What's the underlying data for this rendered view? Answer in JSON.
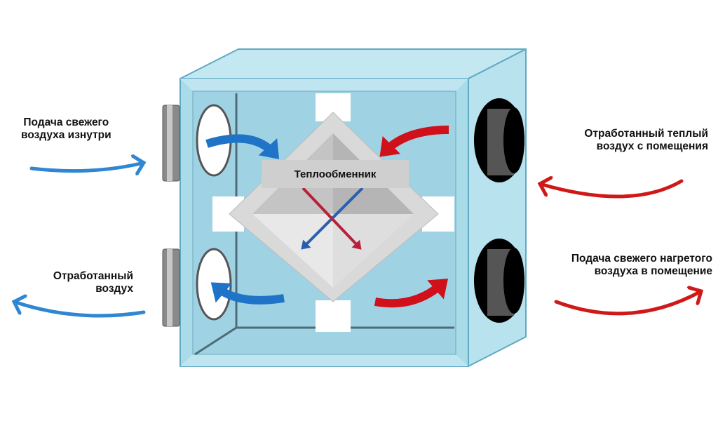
{
  "title_center": "Теплообменник",
  "labels": {
    "fresh_in_outside": [
      "Подача свежего",
      "воздуха изнутри"
    ],
    "exhaust_out": [
      "Отработанный",
      "воздух"
    ],
    "warm_exhaust_in": [
      "Отработанный теплый",
      "воздух с помещения"
    ],
    "fresh_heated_supply": [
      "Подача свежего нагретого",
      "воздуха в помещение"
    ]
  },
  "colors": {
    "cold": "#2f86d2",
    "warm": "#d01818",
    "housing": "#a9dbe8",
    "exchanger": "#d9d9d9"
  }
}
